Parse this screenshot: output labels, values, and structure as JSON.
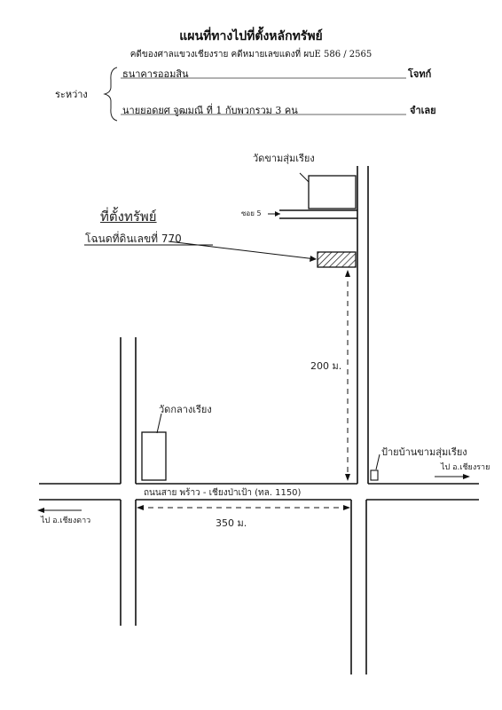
{
  "header": {
    "title": "แผนที่ทางไปที่ตั้งหลักทรัพย์",
    "case_line": "คดีของศาลแขวงเชียงราย   คดีหมายเลขแดงที่  ผบE 586 / 2565"
  },
  "parties": {
    "between_label": "ระหว่าง",
    "plaintiff_name": "ธนาคารออมสิน",
    "plaintiff_role": "โจทก์",
    "defendant_name": "นายยอดยศ  จูฒมณี  ที่ 1  กับพวกรวม 3 คน",
    "defendant_role": "จำเลย"
  },
  "map": {
    "temple_north": "วัดขามสุ่มเรียง",
    "soi": "ซอย 5",
    "property_heading": "ที่ตั้งทรัพย์",
    "property_deed": "โฉนดที่ดินเลขที่  770",
    "dist_north": "200 ม.",
    "temple_mid": "วัดกลางเรียง",
    "bus_sign": "ป้ายบ้านขามสุ่มเรียง",
    "to_right": "ไป อ.เชียงราย",
    "road_name": "ถนนสาย พร้าว - เชียงป่าเป้า  (ทล. 1150)",
    "to_left": "ไป อ.เชียงดาว",
    "dist_road": "350  ม."
  }
}
